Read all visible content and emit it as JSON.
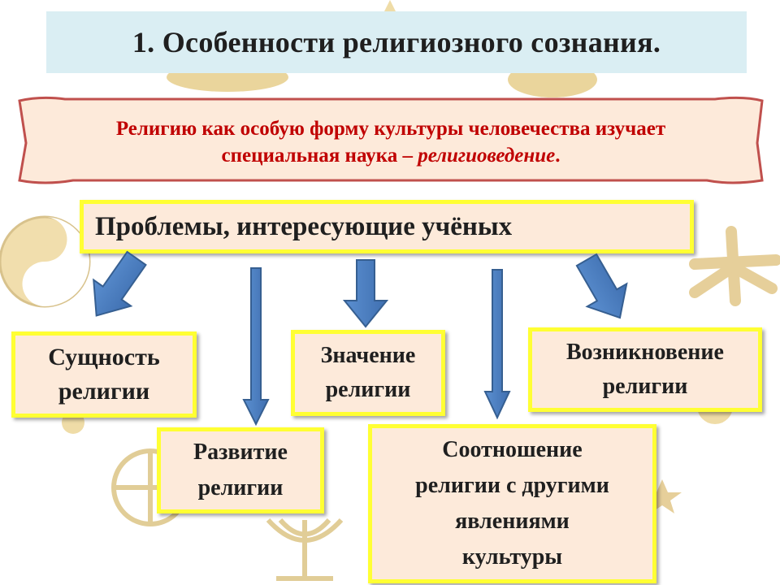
{
  "title": "1.  Особенности религиозного сознания.",
  "intro": {
    "line1": "Религию как особую форму культуры человечества изучает",
    "line2_prefix": "специальная наука – ",
    "line2_italic": "религиоведение",
    "line2_suffix": "."
  },
  "problems_heading": "Проблемы, интересующие учёных",
  "boxes": {
    "essence": [
      "Сущность",
      "религии"
    ],
    "meaning": [
      "Значение",
      "религии"
    ],
    "origin": [
      "Возникновение",
      "религии"
    ],
    "development": [
      "Развитие",
      "религии"
    ],
    "relation": [
      "Соотношение",
      "религии с другими",
      "явлениями",
      "культуры"
    ]
  },
  "colors": {
    "title_bg": "#daeef3",
    "box_fill": "#fdeada",
    "box_border": "#ffff33",
    "accent_text": "#c00000",
    "arrow": "#4f81bd",
    "decor_gold": "#d9b24c"
  },
  "decorations": [
    "yin-yang-icon",
    "menorah-icon",
    "star-icon",
    "hieroglyph-icon",
    "cross-icon"
  ]
}
